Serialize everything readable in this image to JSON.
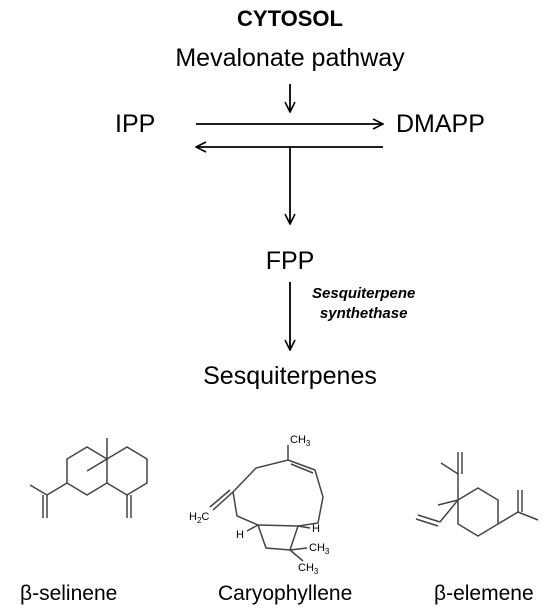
{
  "compartment": "CYTOSOL",
  "pathway": "Mevalonate pathway",
  "nodes": {
    "ipp": "IPP",
    "dmapp": "DMAPP",
    "fpp": "FPP",
    "products": "Sesquiterpenes"
  },
  "enzyme": {
    "line1": "Sesquiterpene",
    "line2": "synthethase"
  },
  "compounds": [
    {
      "name": "β-selinene"
    },
    {
      "name": "Caryophyllene",
      "atom_labels": {
        "ch3_top": "CH3",
        "h2c": "H2C",
        "h_left": "H",
        "h_right": "H",
        "ch3_right": "CH3",
        "ch3_bottom": "CH3"
      }
    },
    {
      "name": "β-elemene"
    }
  ]
}
